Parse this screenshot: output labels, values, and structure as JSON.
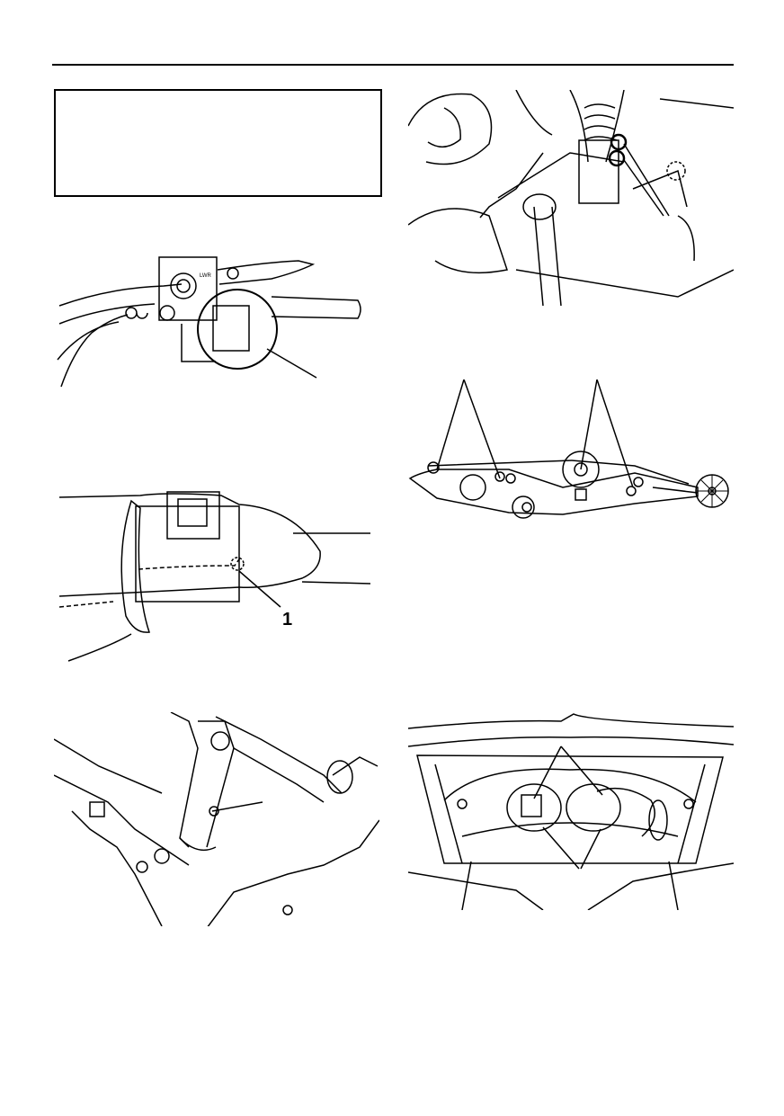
{
  "page": {
    "note_box_text": "",
    "figures": [
      {
        "id": "brake-lever",
        "icons": [
          "master-cylinder",
          "lever",
          "throttle"
        ],
        "labels": [
          "LWR"
        ]
      },
      {
        "id": "handlebar-grip",
        "callouts": [
          "1"
        ]
      },
      {
        "id": "steering-column",
        "icons": [
          "grease-nipple"
        ]
      },
      {
        "id": "rear-suspension-top",
        "icons": [
          "shock-absorber",
          "bolts"
        ]
      },
      {
        "id": "track-suspension",
        "icons": [
          "pivots",
          "idler-wheel"
        ]
      },
      {
        "id": "headlight-housing",
        "icons": [
          "headlight-bulbs"
        ]
      }
    ]
  }
}
